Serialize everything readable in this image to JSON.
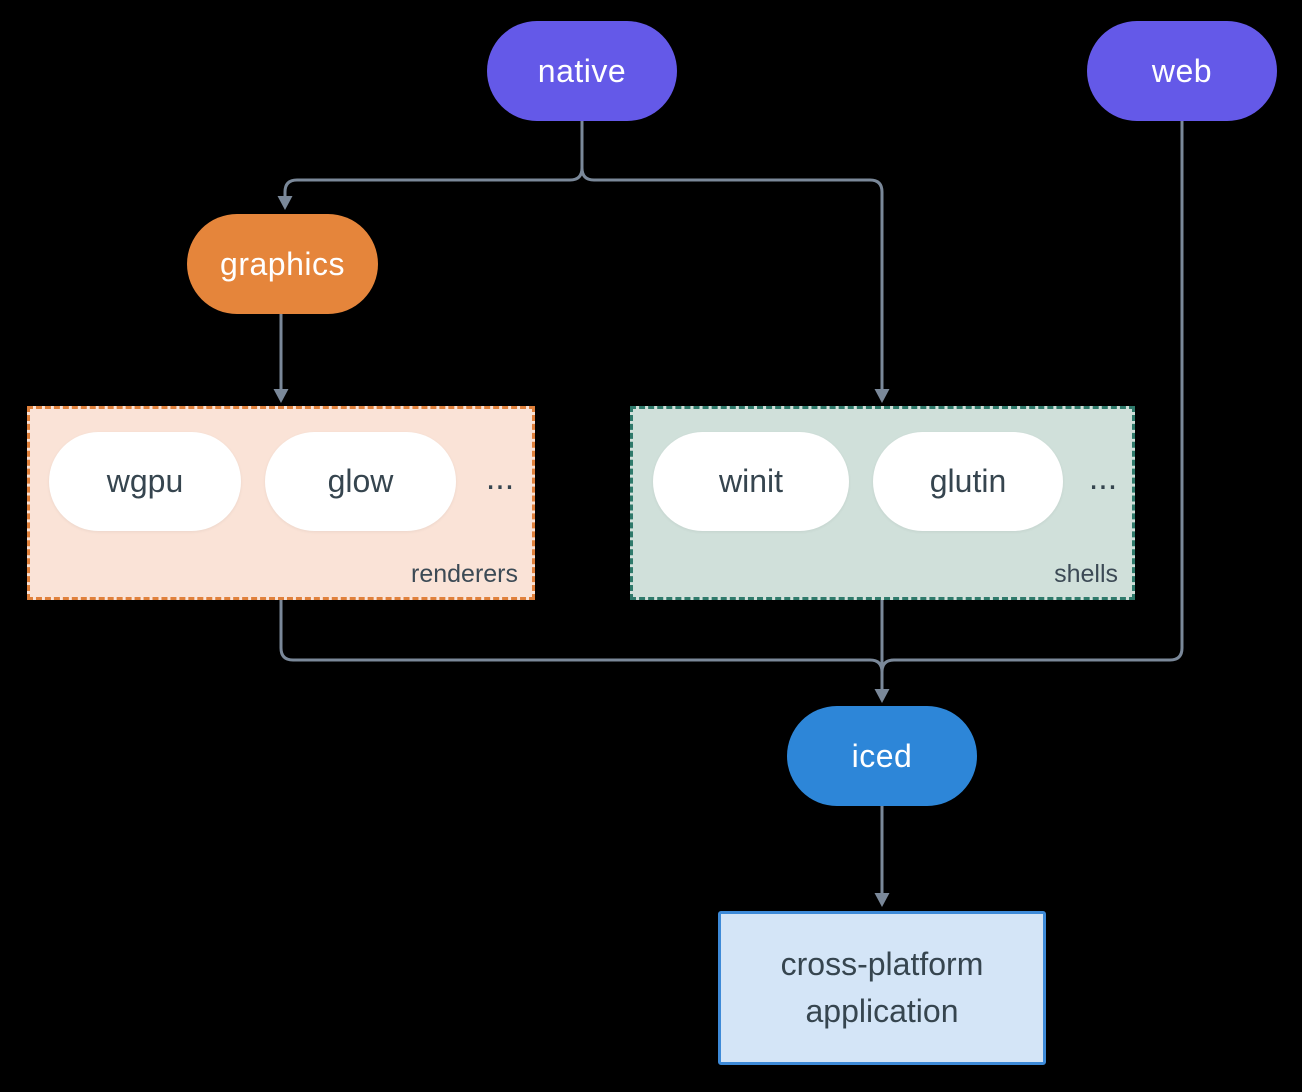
{
  "canvas": {
    "background_color": "#000000",
    "connector_color": "#7a8899"
  },
  "nodes": {
    "native": {
      "label": "native",
      "color": "#6459e8",
      "text_color": "#ffffff"
    },
    "web": {
      "label": "web",
      "color": "#6459e8",
      "text_color": "#ffffff"
    },
    "graphics": {
      "label": "graphics",
      "color": "#e5853b",
      "text_color": "#ffffff"
    },
    "iced": {
      "label": "iced",
      "color": "#2d86d8",
      "text_color": "#ffffff"
    },
    "app": {
      "label_line1": "cross-platform",
      "label_line2": "application",
      "background": "#d4e5f7",
      "border_color": "#3d8ad8",
      "text_color": "#36454f"
    }
  },
  "groups": {
    "renderers": {
      "label": "renderers",
      "background": "#fae3d7",
      "border_color": "#e0813c",
      "items": [
        "wgpu",
        "glow"
      ],
      "ellipsis": "...",
      "item_text_color": "#36454f"
    },
    "shells": {
      "label": "shells",
      "background": "#d0e0da",
      "border_color": "#2f7a6b",
      "items": [
        "winit",
        "glutin"
      ],
      "ellipsis": "...",
      "item_text_color": "#36454f"
    }
  },
  "edges": [
    {
      "from": "native",
      "to": "graphics",
      "arrow": true
    },
    {
      "from": "native",
      "to": "shells",
      "arrow": true
    },
    {
      "from": "graphics",
      "to": "renderers",
      "arrow": true
    },
    {
      "from": "renderers",
      "to": "iced",
      "arrow": false,
      "via": "merge"
    },
    {
      "from": "shells",
      "to": "iced",
      "arrow": true,
      "via": "merge"
    },
    {
      "from": "web",
      "to": "iced",
      "arrow": false,
      "via": "merge"
    },
    {
      "from": "iced",
      "to": "app",
      "arrow": true
    }
  ]
}
